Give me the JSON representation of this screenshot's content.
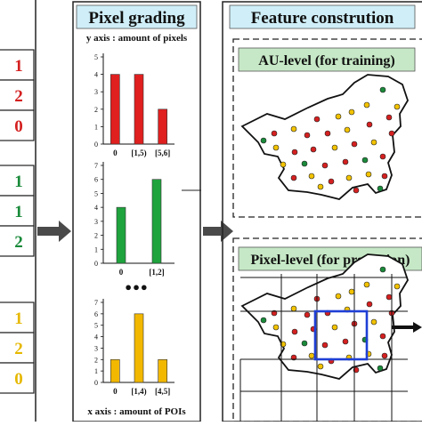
{
  "left_tables": [
    {
      "values": [
        "1",
        "2",
        "0"
      ],
      "color": "#d42020"
    },
    {
      "values": [
        "1",
        "1",
        "2"
      ],
      "color": "#1a8a3a"
    },
    {
      "values": [
        "1",
        "2",
        "0"
      ],
      "color": "#e6b800"
    }
  ],
  "pixel_grading": {
    "title": "Pixel grading",
    "y_axis_label": "y axis : amount of pixels",
    "x_axis_label": "x axis : amount of POIs",
    "ellipsis": "●●●",
    "title_bg": "#cfeef8",
    "chart_data": [
      {
        "type": "bar",
        "categories": [
          "0",
          "[1,5)",
          "[5,6]"
        ],
        "values": [
          4,
          4,
          2
        ],
        "ylim": [
          0,
          5
        ],
        "yticks": [
          "0",
          "1",
          "2",
          "3",
          "4",
          "5"
        ],
        "color": "#e01f1f"
      },
      {
        "type": "bar",
        "categories": [
          "0",
          "[1,2]"
        ],
        "values": [
          4,
          6
        ],
        "ylim": [
          0,
          7
        ],
        "yticks": [
          "0",
          "1",
          "2",
          "3",
          "4",
          "5",
          "6",
          "7"
        ],
        "color": "#1fa33d"
      },
      {
        "type": "bar",
        "categories": [
          "0",
          "[1,4)",
          "[4,5]"
        ],
        "values": [
          2,
          6,
          2
        ],
        "ylim": [
          0,
          7
        ],
        "yticks": [
          "0",
          "1",
          "2",
          "3",
          "4",
          "5",
          "6",
          "7"
        ],
        "color": "#f2b800"
      }
    ]
  },
  "feature_construction": {
    "title": "Feature constrution",
    "title_bg": "#cfeef8",
    "au_level_label": "AU-level (for training)",
    "pixel_level_label": "Pixel-level (for prediction)",
    "label_bg": "#c6e8c6",
    "highlight_color": "#1f3fd6",
    "poi_colors": [
      "#d42020",
      "#f2c200",
      "#1a8a3a"
    ]
  },
  "arrow_color": "#4a4a4a"
}
